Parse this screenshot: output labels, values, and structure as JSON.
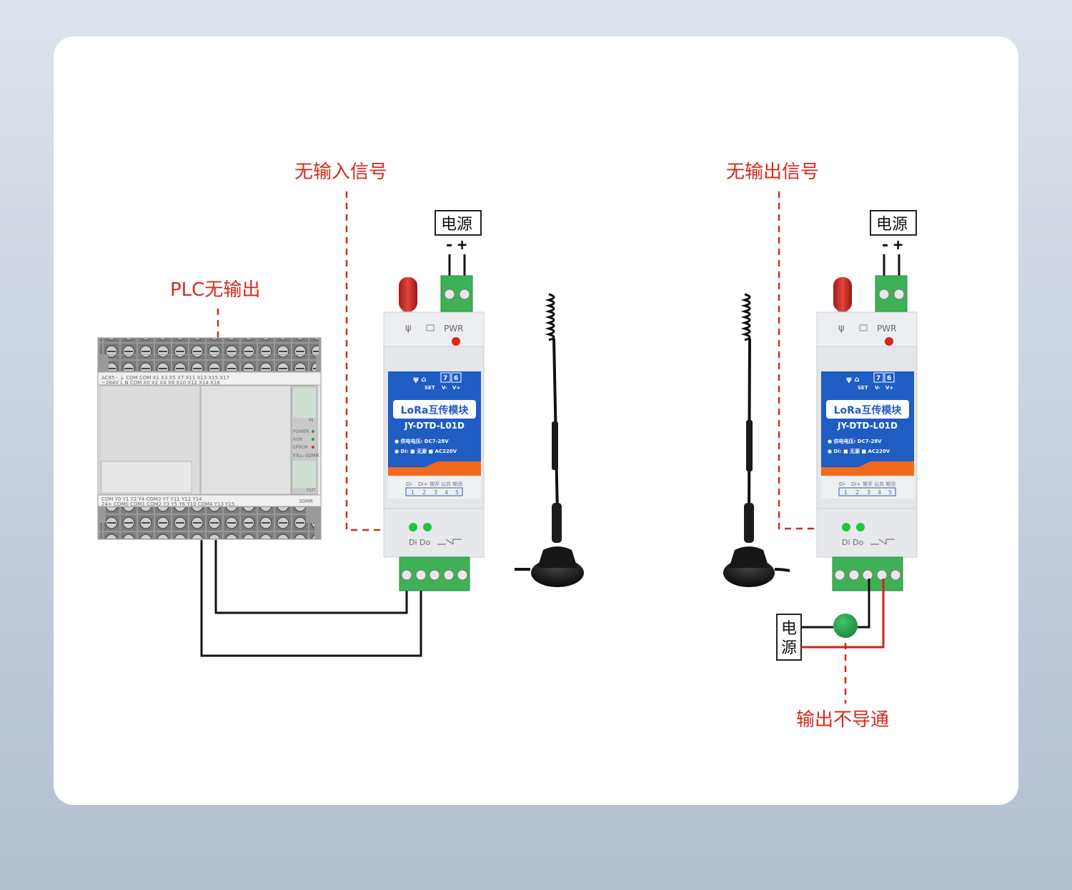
{
  "labels": {
    "no_input_signal": "无输入信号",
    "no_output_signal": "无输出信号",
    "plc_no_output": "PLC无输出",
    "output_not_conducting": "输出不导通"
  },
  "power": {
    "label": "电源",
    "label_top": "电",
    "label_bottom": "源",
    "minus": "-",
    "plus": "+"
  },
  "module": {
    "name": "LoRa互传模块",
    "model": "JY-DTD-L01D",
    "pwr": "PWR",
    "set": "SET",
    "t7": "7",
    "t6": "6",
    "vminus": "V-",
    "vplus": "V+",
    "spec_voltage": "● 供电电压: DC7-28V",
    "spec_di": "● Di: ■ 无源  ■ AC220V",
    "term_labels": [
      "Di-",
      "Di+",
      "常开",
      "公共",
      "常闭"
    ],
    "term_nums": [
      "1",
      "2",
      "3",
      "4",
      "5"
    ],
    "led_label": "Di  Do"
  },
  "plc": {
    "model": "FX₃ₛ-30MR",
    "status": [
      "POWER",
      "RUN",
      "ERROR"
    ],
    "in_tag": "IN",
    "out_tag": "OUT",
    "top_terms": "AC85 ·  ⏚  COM COM X1  X3  X5  X7  X11 X13 X15 X17",
    "top_terms2": "~264V L  N  COM  X0  X2  X4  X6  X10 X12 X14 X16",
    "bot_terms": "COM Y0 Y1 Y2 Y4 COM3 Y7 Y11 Y12 Y14",
    "bot_terms2": "24+ COM0 COM1 COM2 Y3 Y5 Y6 Y10 COM4 Y13 Y15",
    "tag_30": "30MR"
  },
  "colors": {
    "red": "#d8281e",
    "module_blue": "#1f5cc4",
    "module_orange": "#f06a1c",
    "terminal_green": "#3eb157",
    "status_green": "#2a9a48"
  }
}
